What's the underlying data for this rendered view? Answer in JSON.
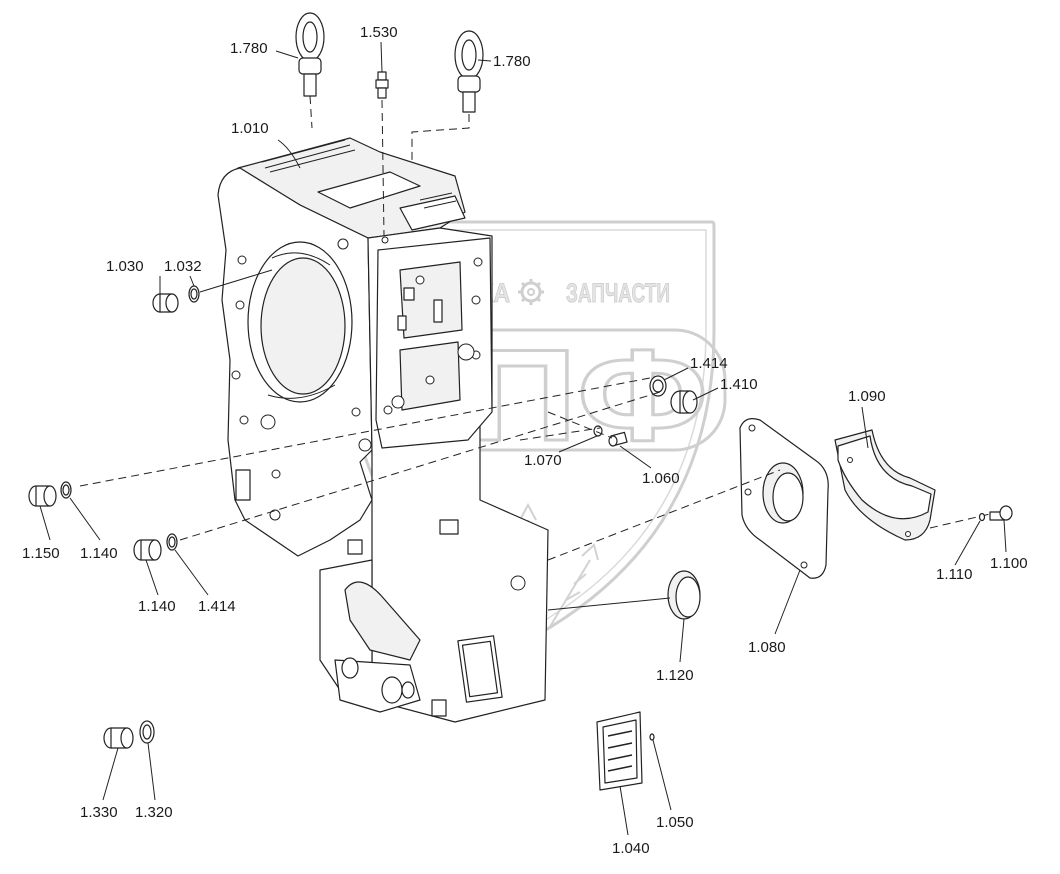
{
  "watermark": {
    "left_word": "ТЕХНИКА",
    "right_word": "ЗАПЧАСТИ",
    "monogram": "ЭПФ",
    "gear_icon": "gear-icon"
  },
  "labels": {
    "l1780a": "1.780",
    "l1530": "1.530",
    "l1780b": "1.780",
    "l1010": "1.010",
    "l1030": "1.030",
    "l1032": "1.032",
    "l1414a": "1.414",
    "l1410": "1.410",
    "l1070": "1.070",
    "l1060": "1.060",
    "l1090": "1.090",
    "l1150": "1.150",
    "l1140a": "1.140",
    "l1140b": "1.140",
    "l1414b": "1.414",
    "l1110": "1.110",
    "l1100": "1.100",
    "l1080": "1.080",
    "l1120": "1.120",
    "l1330": "1.330",
    "l1320": "1.320",
    "l1050": "1.050",
    "l1040": "1.040"
  }
}
